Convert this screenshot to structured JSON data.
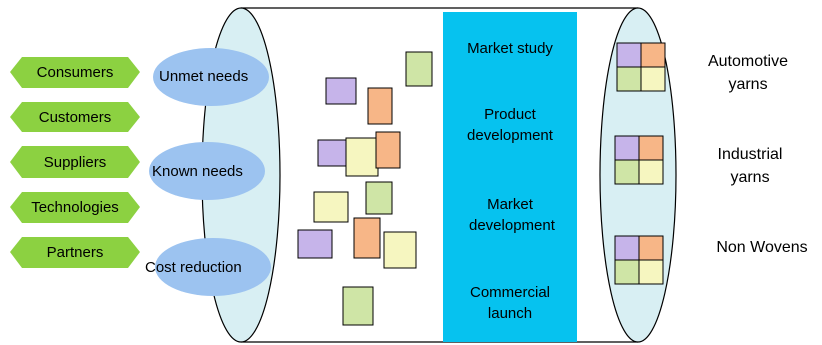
{
  "sources": [
    "Consumers",
    "Customers",
    "Suppliers",
    "Technologies",
    "Partners"
  ],
  "needs": [
    "Unmet needs",
    "Known needs",
    "Cost reduction"
  ],
  "stages": [
    "Market study",
    "Product development",
    "Market development",
    "Commercial launch"
  ],
  "outputs": [
    "Automotive yarns",
    "Industrial yarns",
    "Non Wovens"
  ],
  "colors": {
    "source_tag": "#8cd141",
    "need_ellipse": "#9cc3f0",
    "cylinder": "#d8eff3",
    "stage_band": "#06c2ef",
    "piece_purple": "#c6b4ea",
    "piece_orange": "#f7b687",
    "piece_yellow": "#f6f6c0",
    "piece_green": "#cfe5a6"
  }
}
